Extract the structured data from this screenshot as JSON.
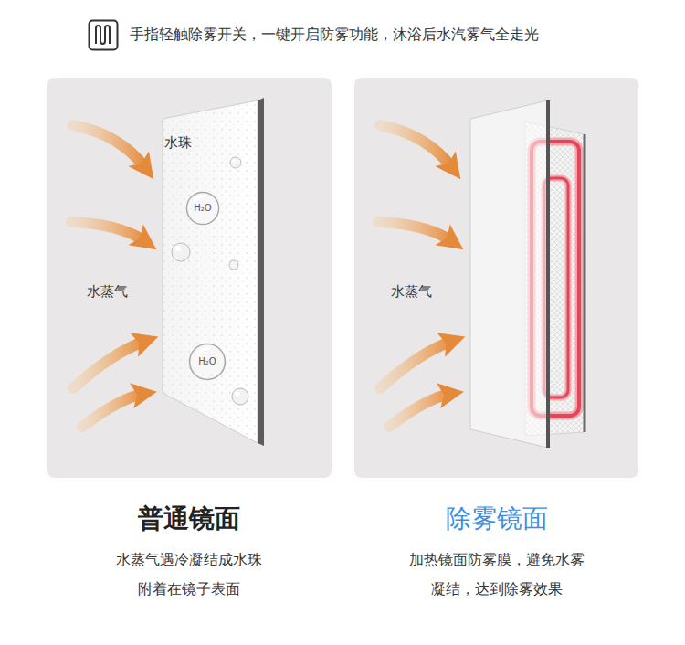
{
  "diagram": {
    "title": "手指轻触除雾开关，一键开启防雾功能，沐浴后水汽雾气全走光",
    "nodes": [
      {
        "text": [
          "水珠",
          "水蒸气"
        ]
      },
      {
        "text": [
          "H₂O"
        ],
        "in": 0
      },
      {
        "text": [
          "H₂O"
        ],
        "in": 0
      },
      {
        "text": [
          "水蒸气"
        ]
      }
    ],
    "labels": [
      "普通镜面",
      "水蒸气遇冷凝结成水珠 附着在镜子表面",
      "除雾镜面",
      "加热镜面防雾膜，避免水雾 凝结，达到除雾效果"
    ]
  }
}
